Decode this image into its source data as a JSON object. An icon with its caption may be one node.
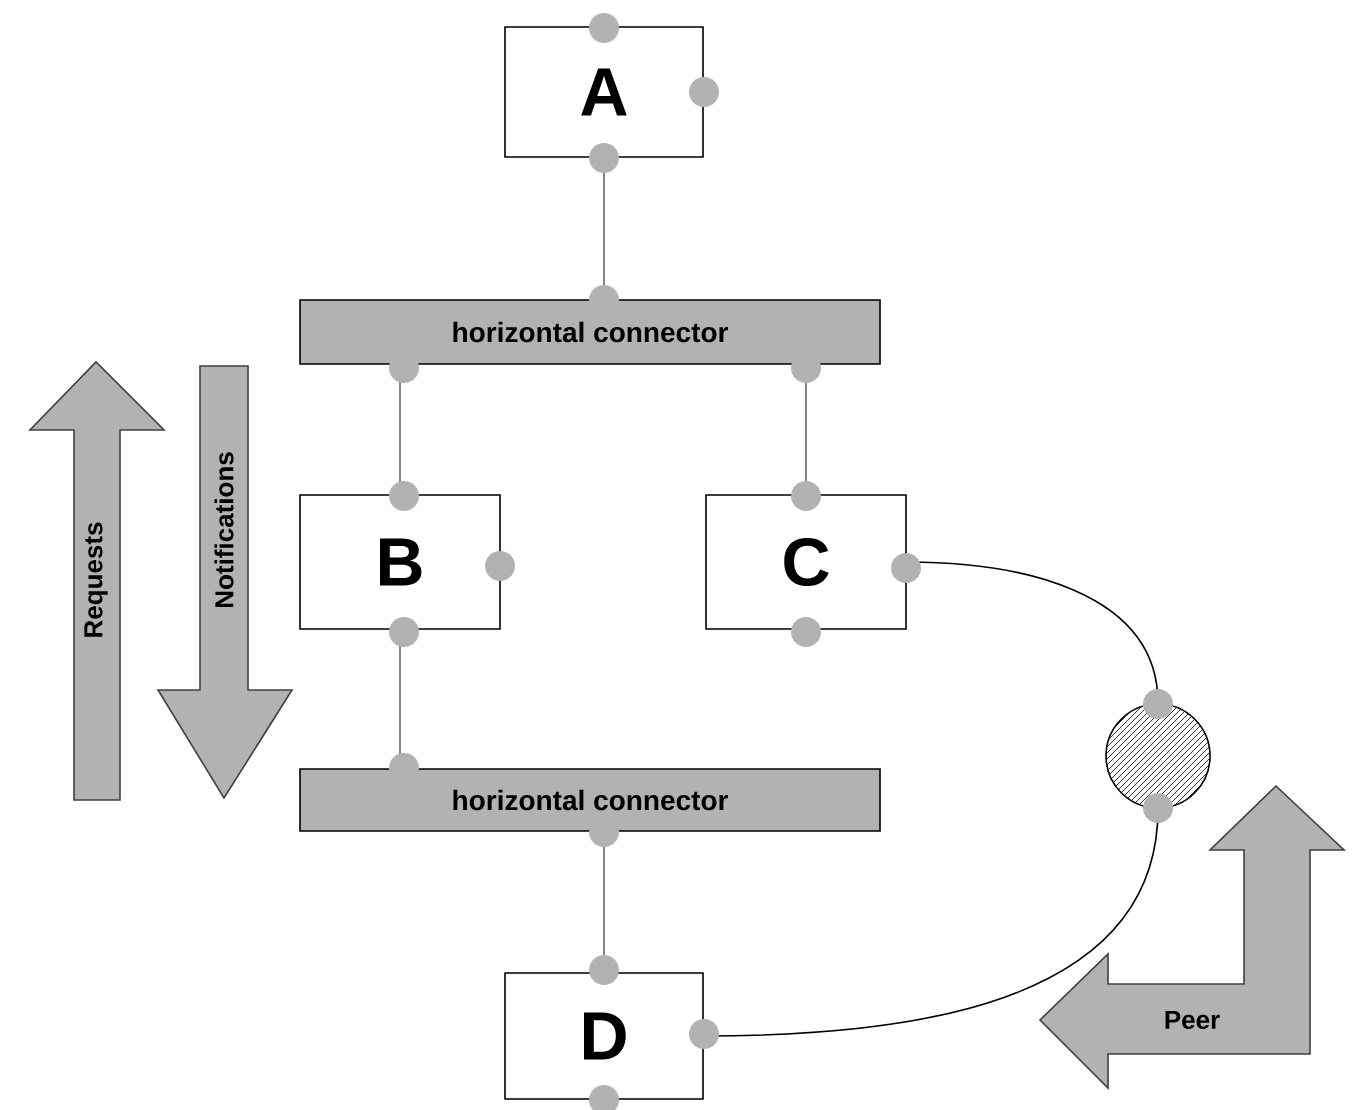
{
  "diagram": {
    "nodes": [
      {
        "text": [
          "A"
        ]
      },
      {
        "text": [
          "horizontal connector"
        ]
      },
      {
        "text": [
          "B"
        ]
      },
      {
        "text": [
          "C"
        ]
      },
      {
        "text": [
          "horizontal connector"
        ]
      },
      {
        "text": [
          "D"
        ]
      },
      {
        "text": [],
        "shape": "circle"
      }
    ],
    "edges": [
      {
        "from": 0,
        "to": 1,
        "arrow": "none"
      },
      {
        "from": 1,
        "to": 2,
        "arrow": "none"
      },
      {
        "from": 1,
        "to": 3,
        "arrow": "none"
      },
      {
        "from": 2,
        "to": 4,
        "arrow": "none"
      },
      {
        "from": 4,
        "to": 5,
        "arrow": "none"
      },
      {
        "from": 3,
        "to": 6,
        "arrow": "none",
        "color": "#000000"
      },
      {
        "from": 6,
        "to": 5,
        "arrow": "none",
        "color": "#000000"
      }
    ],
    "labels": [
      "Requests",
      "Notifications",
      "Peer"
    ]
  }
}
